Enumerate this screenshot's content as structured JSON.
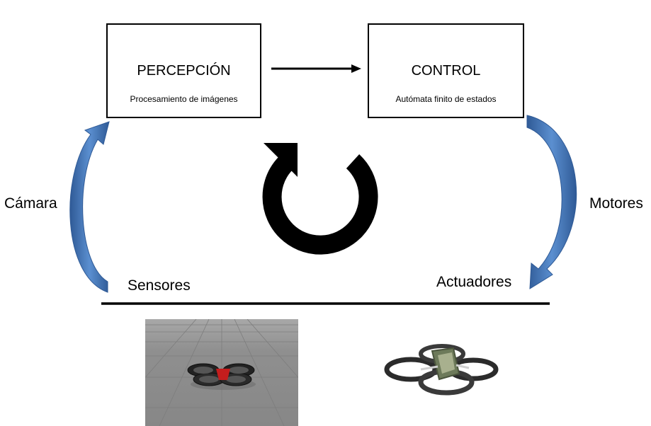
{
  "perception": {
    "title": "PERCEPCIÓN",
    "subtitle": "Procesamiento de imágenes"
  },
  "control": {
    "title": "CONTROL",
    "subtitle": "Autómata finito de estados"
  },
  "labels": {
    "camera": "Cámara",
    "motors": "Motores",
    "sensors": "Sensores",
    "actuators": "Actuadores"
  },
  "colors": {
    "arrow_blue": "#4f7fbf",
    "arrow_blue_dark": "#2f5a96",
    "line": "#000000",
    "sim_floor": "#8c8c8c"
  },
  "icons": {
    "cycle": "clockwise-refresh-icon",
    "sim_drone": "simulated-quadcopter-image",
    "real_drone": "quadcopter-photo"
  }
}
